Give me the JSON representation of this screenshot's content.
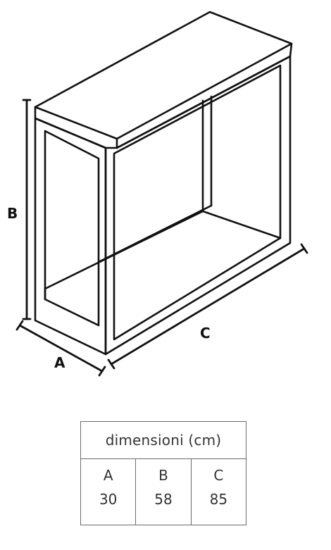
{
  "diagram": {
    "labels": {
      "a": "A",
      "b": "B",
      "c": "C"
    }
  },
  "table": {
    "header": "dimensioni (cm)",
    "columns": [
      {
        "letter": "A",
        "value": "30"
      },
      {
        "letter": "B",
        "value": "58"
      },
      {
        "letter": "C",
        "value": "85"
      }
    ]
  }
}
